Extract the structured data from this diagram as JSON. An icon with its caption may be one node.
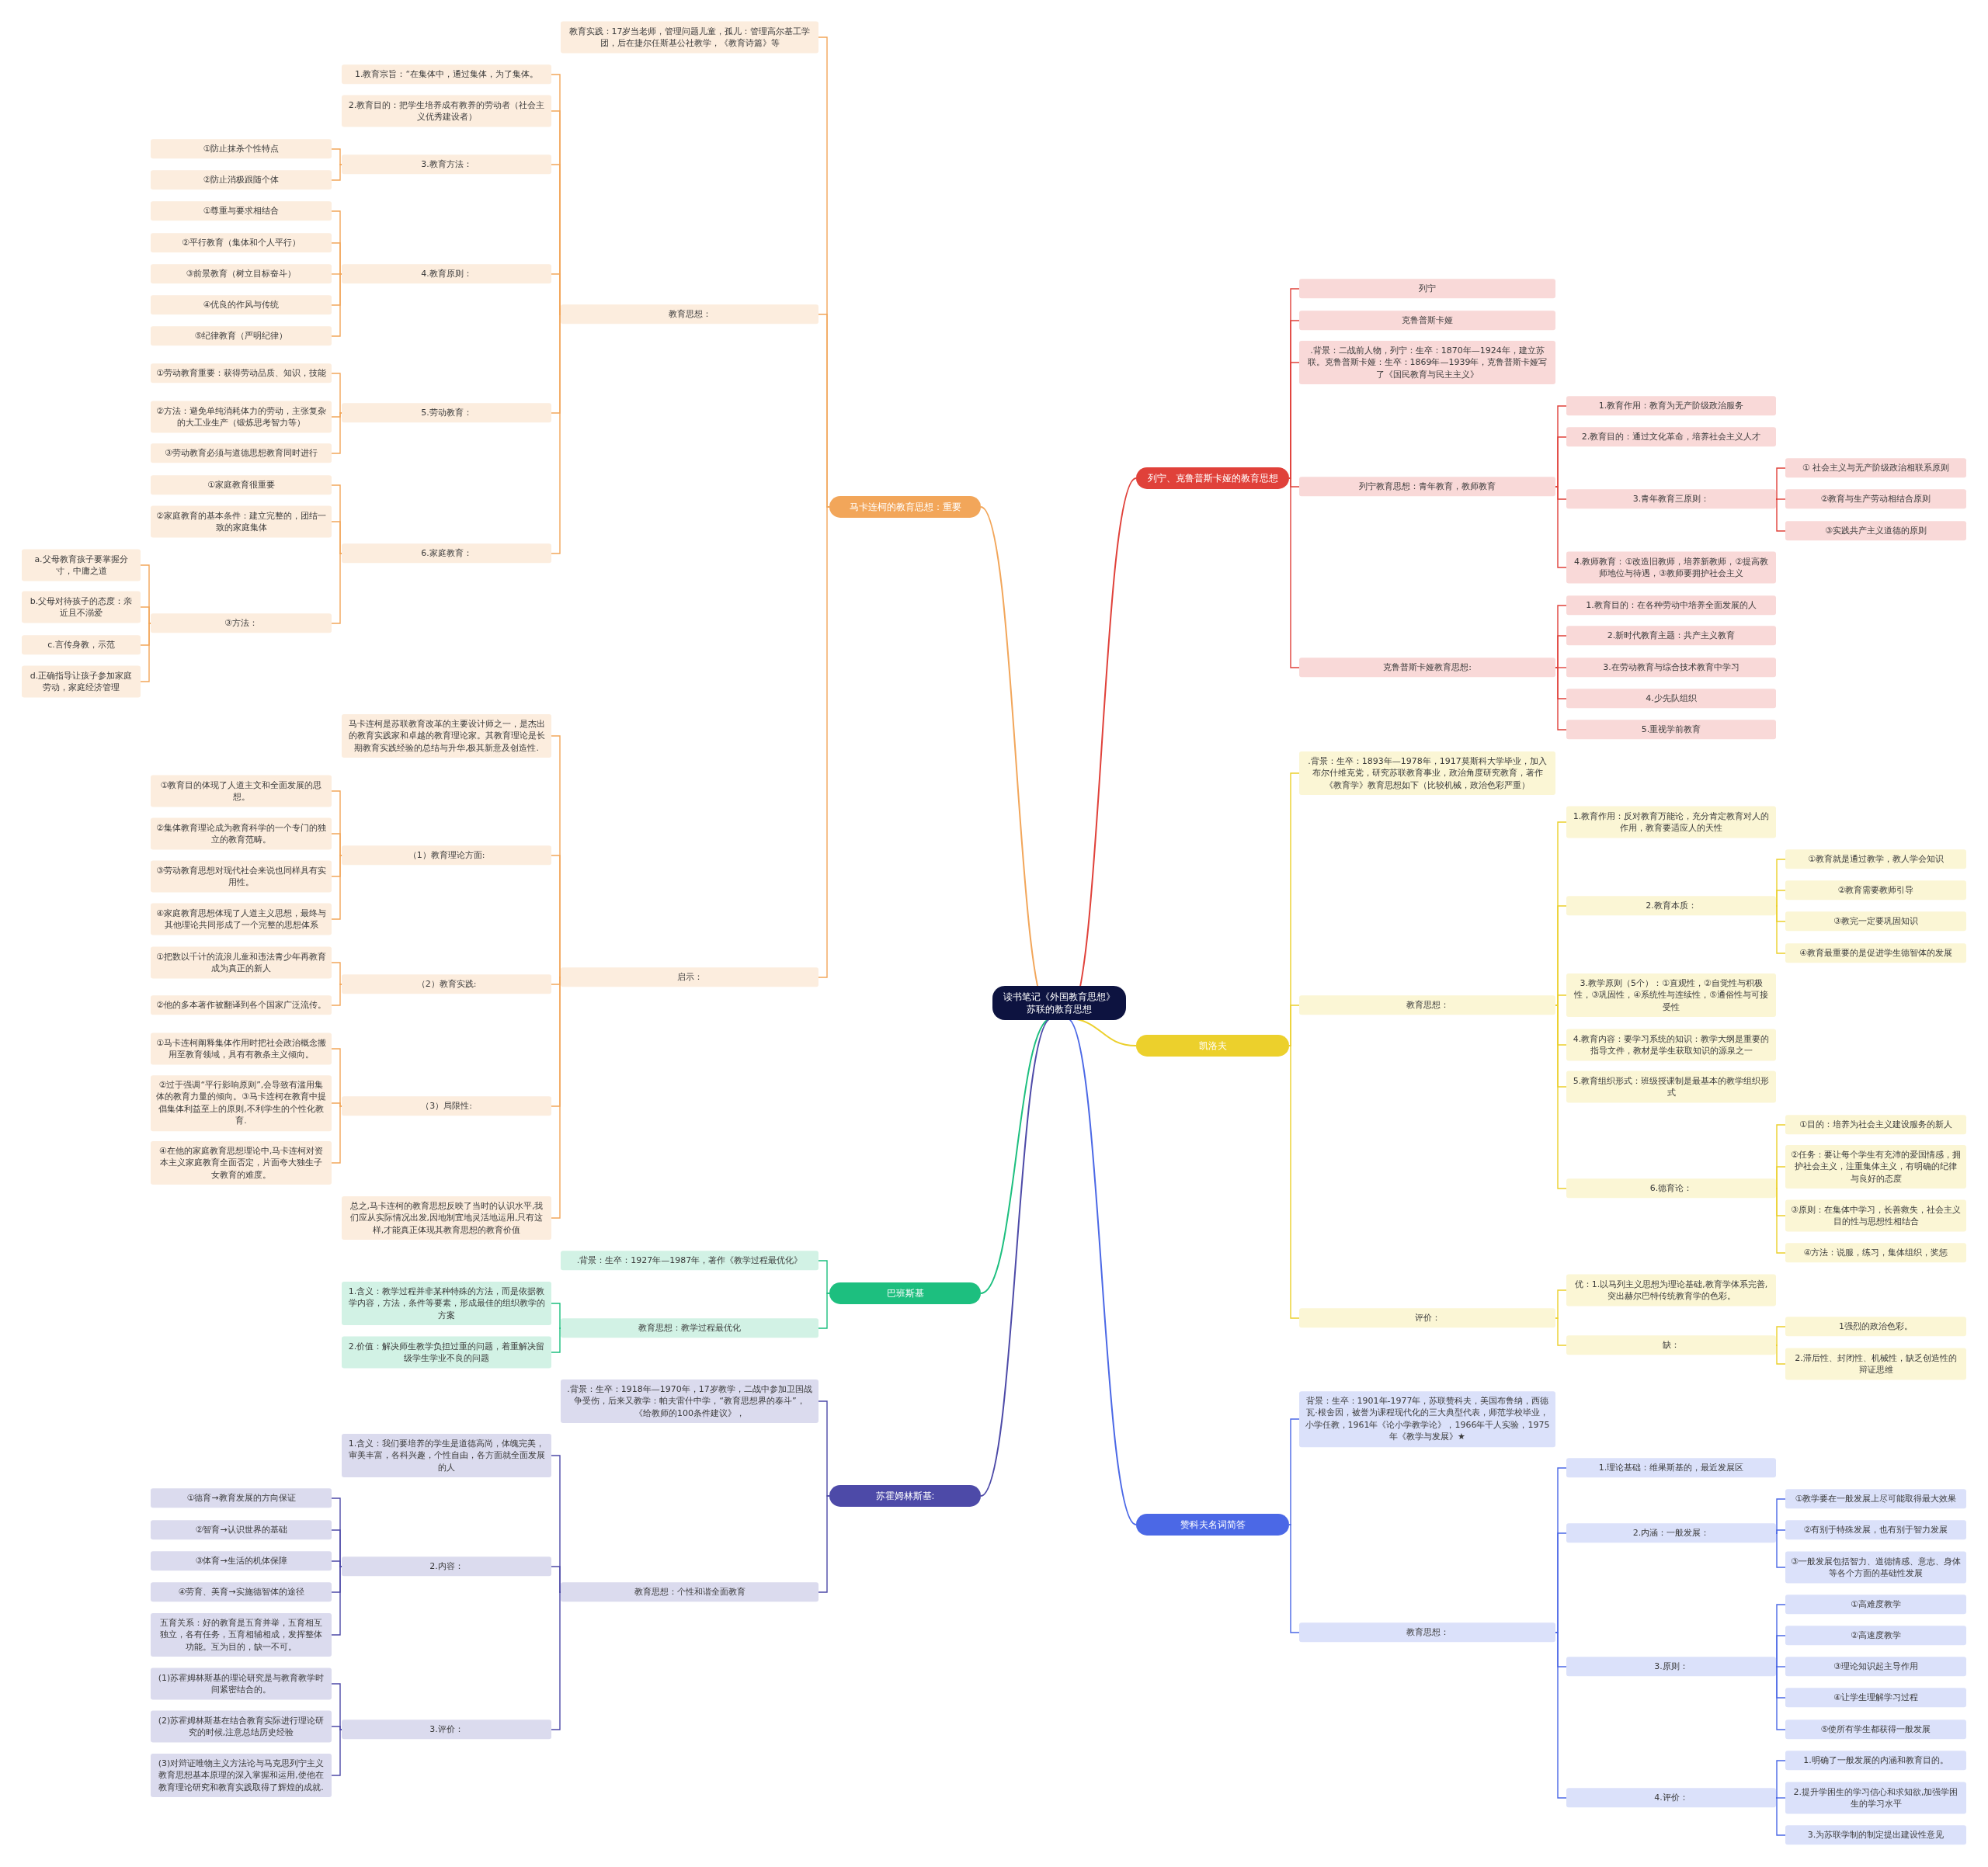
{
  "diagram": {
    "nodes": [
      {
        "text": [
          "读书笔记《外国教育思想》苏联的教育思想"
        ]
      },
      {
        "text": [
          "马卡连柯的教育思想：重要"
        ]
      },
      {
        "text": [
          "教育实践：17岁当老师，管理问题儿童，孤儿：管理高尔基工学团，后在捷尔任斯基公社教学，《教育诗篇》等"
        ]
      },
      {
        "text": [
          "教育思想："
        ]
      },
      {
        "text": [
          "1.教育宗旨：“在集体中，通过集体，为了集体。"
        ]
      },
      {
        "text": [
          "2.教育目的：把学生培养成有教养的劳动者（社会主义优秀建设者）"
        ]
      },
      {
        "text": [
          "3.教育方法："
        ]
      },
      {
        "text": [
          "①防止抹杀个性特点"
        ]
      },
      {
        "text": [
          "②防止消极跟随个体"
        ]
      },
      {
        "text": [
          "4.教育原则："
        ]
      },
      {
        "text": [
          "①尊重与要求相结合"
        ]
      },
      {
        "text": [
          "②平行教育（集体和个人平行）"
        ]
      },
      {
        "text": [
          "③前景教育（树立目标奋斗）"
        ]
      },
      {
        "text": [
          "④优良的作风与传统"
        ]
      },
      {
        "text": [
          "⑤纪律教育（严明纪律）"
        ]
      },
      {
        "text": [
          "5.劳动教育："
        ]
      },
      {
        "text": [
          "①劳动教育重要：获得劳动品质、知识，技能"
        ]
      },
      {
        "text": [
          "②方法：避免单纯消耗体力的劳动，主张复杂的大工业生产（锻炼思考智力等）"
        ]
      },
      {
        "text": [
          "③劳动教育必须与道德思想教育同时进行"
        ]
      },
      {
        "text": [
          "6.家庭教育："
        ]
      },
      {
        "text": [
          "①家庭教育很重要"
        ]
      },
      {
        "text": [
          "②家庭教育的基本条件：建立完整的，团结一致的家庭集体"
        ]
      },
      {
        "text": [
          "③方法："
        ]
      },
      {
        "text": [
          "a.父母教育孩子要掌握分寸，中庸之道"
        ]
      },
      {
        "text": [
          "b.父母对待孩子的态度：亲近且不溺爱"
        ]
      },
      {
        "text": [
          "c.言传身教，示范"
        ]
      },
      {
        "text": [
          "d.正确指导让孩子参加家庭劳动，家庭经济管理"
        ]
      },
      {
        "text": [
          "启示："
        ]
      },
      {
        "text": [
          "马卡连柯是苏联教育改革的主要设计师之一，是杰出的教育实践家和卓越的教育理论家。其教育理论是长期教育实践经验的总结与升华,极其新意及创造性."
        ]
      },
      {
        "text": [
          "（1）教育理论方面:"
        ]
      },
      {
        "text": [
          "①教育目的体现了人道主文和全面发展的思想。"
        ]
      },
      {
        "text": [
          "②集体教育理论成为教育科学的一个专门的独立的教育范畴。"
        ]
      },
      {
        "text": [
          "③劳动教育思想对现代社会来说也同样具有实用性。"
        ]
      },
      {
        "text": [
          "④家庭教育思想体现了人道主义思想，最终与其他理论共同形成了一个完整的思想体系"
        ]
      },
      {
        "text": [
          "（2）教育实践:"
        ]
      },
      {
        "text": [
          "①把数以千计的流浪儿童和违法青少年再教育成为真正的新人"
        ]
      },
      {
        "text": [
          "②他的多本著作被翻译到各个国家广泛流传。"
        ]
      },
      {
        "text": [
          "（3）局限性:"
        ]
      },
      {
        "text": [
          "①马卡连柯阐释集体作用时把社会政治概念搬用至教育领域，具有有教条主义倾向。"
        ]
      },
      {
        "text": [
          "②过于强调“平行影响原则”,会导致有滥用集体的教育力量的倾向。③马卡连柯在教育中提倡集体利益至上的原则,不利学生的个性化教育."
        ]
      },
      {
        "text": [
          "④在他的家庭教育思想理论中,马卡连柯对资本主义家庭教育全面否定，片面夸大独生子女教育的难度。"
        ]
      },
      {
        "text": [
          "总之,马卡连柯的教育思想反映了当时的认识水平,我们应从实际情况出发,因地制宜地灵活地运用,只有这样,才能真正体现其教育思想的教育价值"
        ]
      },
      {
        "text": [
          "巴班斯基"
        ]
      },
      {
        "text": [
          ".背景：生卒：1927年—1987年，著作《教学过程最优化》"
        ]
      },
      {
        "text": [
          "教育思想：教学过程最优化"
        ]
      },
      {
        "text": [
          "1.含义：教学过程并非某种特殊的方法，而是依据教学内容，方法，条件等要素，形成最佳的组织教学的方案"
        ]
      },
      {
        "text": [
          "2.价值：解决师生教学负担过重的问题，着重解决留级学生学业不良的问题"
        ]
      },
      {
        "text": [
          "苏霍姆林斯基:"
        ]
      },
      {
        "text": [
          ".背景：生卒：1918年—1970年，17岁教学，二战中参加卫国战争受伤，后来又教学：帕夫雷什中学，“教育思想界的泰斗”，《给教师的100条件建议》，"
        ]
      },
      {
        "text": [
          "教育思想：个性和谐全面教育"
        ]
      },
      {
        "text": [
          "1.含义：我们要培养的学生是道德高尚，体魄完美，审美丰富，各科兴趣，个性自由，各方面就全面发展的人"
        ]
      },
      {
        "text": [
          "2.内容："
        ]
      },
      {
        "text": [
          "①德育→教育发展的方向保证"
        ]
      },
      {
        "text": [
          "②智育→认识世界的基础"
        ]
      },
      {
        "text": [
          "③体育→生活的机体保障"
        ]
      },
      {
        "text": [
          "④劳育、美育→实施德智体的途径"
        ]
      },
      {
        "text": [
          "五育关系：好的教育是五育并举，五育相互独立，各有任务，五育相辅相成，发挥整体功能。互为目的，缺一不可。"
        ]
      },
      {
        "text": [
          "3.评价："
        ]
      },
      {
        "text": [
          "(1)苏霍姆林斯基的理论研究是与教育教学时间紧密结合的。"
        ]
      },
      {
        "text": [
          "(2)苏霍姆林斯基在结合教育实际进行理论研究的时候,注意总结历史经验"
        ]
      },
      {
        "text": [
          "(3)对辩证唯物主义方法论与马克思列宁主义教育思想基本原理的深入掌握和运用,使他在教育理论研究和教育实践取得了辉煌的成就."
        ]
      },
      {
        "text": [
          "列宁、克鲁普斯卡娅的教育思想"
        ]
      },
      {
        "text": [
          "列宁"
        ]
      },
      {
        "text": [
          "克鲁普斯卡娅"
        ]
      },
      {
        "text": [
          ".背景：二战前人物，列宁：生卒：1870年—1924年，建立苏联。克鲁普斯卡娅：生卒：1869年—1939年，克鲁普斯卡娅写了《国民教育与民主主义》"
        ]
      },
      {
        "text": [
          "列宁教育思想：青年教育，教师教育"
        ]
      },
      {
        "text": [
          "1.教育作用：教育为无产阶级政治服务"
        ]
      },
      {
        "text": [
          "2.教育目的：通过文化革命，培养社会主义人才"
        ]
      },
      {
        "text": [
          "3.青年教育三原则："
        ]
      },
      {
        "text": [
          "① 社会主义与无产阶级政治相联系原则"
        ]
      },
      {
        "text": [
          "②教育与生产劳动相结合原则"
        ]
      },
      {
        "text": [
          "③实践共产主义道德的原则"
        ]
      },
      {
        "text": [
          "4.教师教育：①改造旧教师，培养新教师，②提高教师地位与待遇，③教师要拥护社会主义"
        ]
      },
      {
        "text": [
          "克鲁普斯卡娅教育思想:"
        ]
      },
      {
        "text": [
          "1.教育目的：在各种劳动中培养全面发展的人"
        ]
      },
      {
        "text": [
          "2.新时代教育主题：共产主义教育"
        ]
      },
      {
        "text": [
          "3.在劳动教育与综合技术教育中学习"
        ]
      },
      {
        "text": [
          "4.少先队组织"
        ]
      },
      {
        "text": [
          "5.重视学前教育"
        ]
      },
      {
        "text": [
          "凯洛夫"
        ]
      },
      {
        "text": [
          ".背景：生卒：1893年—1978年，1917莫斯科大学毕业，加入布尔什维克党，研究苏联教育事业，政治角度研究教育，著作《教育学》教育思想如下（比较机械，政治色彩严重）"
        ]
      },
      {
        "text": [
          "教育思想："
        ]
      },
      {
        "text": [
          "1.教育作用：反对教育万能论，充分肯定教育对人的作用，教育要适应人的天性"
        ]
      },
      {
        "text": [
          "2.教育本质："
        ]
      },
      {
        "text": [
          "①教育就是通过教学，教人学会知识"
        ]
      },
      {
        "text": [
          "②教育需要教师引导"
        ]
      },
      {
        "text": [
          "③教完一定要巩固知识"
        ]
      },
      {
        "text": [
          "④教育最重要的是促进学生德智体的发展"
        ]
      },
      {
        "text": [
          "3.教学原则（5个）：①直观性，②自觉性与积极性，③巩固性，④系统性与连续性，⑤通俗性与可接受性"
        ]
      },
      {
        "text": [
          "4.教育内容：要学习系统的知识：教学大纲是重要的指导文件，教材是学生获取知识的源泉之一"
        ]
      },
      {
        "text": [
          "5.教育组织形式：班级授课制是最基本的教学组织形式"
        ]
      },
      {
        "text": [
          "6.德育论："
        ]
      },
      {
        "text": [
          "①目的：培养为社会主义建设服务的新人"
        ]
      },
      {
        "text": [
          "②任务：要让每个学生有充沛的爱国情感，拥护社会主义，注重集体主义，有明确的纪律与良好的态度"
        ]
      },
      {
        "text": [
          "③原则：在集体中学习，长善救失，社会主义目的性与思想性相结合"
        ]
      },
      {
        "text": [
          "④方法：说服，练习，集体组织，奖惩"
        ]
      },
      {
        "text": [
          "评价："
        ]
      },
      {
        "text": [
          "优：1.以马列主义思想为理论基础,教育学体系完善,突出赫尔巴特传统教育学的色彩。"
        ]
      },
      {
        "text": [
          "缺："
        ]
      },
      {
        "text": [
          "1强烈的政治色彩。"
        ]
      },
      {
        "text": [
          "2.滞后性、封闭性、机械性，缺乏创造性的辩证思维"
        ]
      },
      {
        "text": [
          "赞科夫名词简答"
        ]
      },
      {
        "text": [
          "背景：生卒：1901年-1977年，苏联赞科夫，美国布鲁纳，西德瓦·根舍因，被誉为课程现代化的三大典型代表，师范学校毕业，小学任教，1961年《论小学教学论》，1966年干人实验，1975年《教学与发展》★"
        ]
      },
      {
        "text": [
          "教育思想："
        ]
      },
      {
        "text": [
          "1.理论基础：维果斯基的，最近发展区"
        ]
      },
      {
        "text": [
          "2.内涵：一般发展："
        ]
      },
      {
        "text": [
          "①教学要在一般发展上尽可能取得最大效果"
        ]
      },
      {
        "text": [
          "②有别于特殊发展，也有别于智力发展"
        ]
      },
      {
        "text": [
          "③一般发展包括智力、道德情感、意志、身体等各个方面的基础性发展"
        ]
      },
      {
        "text": [
          "3.原则："
        ]
      },
      {
        "text": [
          "①高难度教学"
        ]
      },
      {
        "text": [
          "②高速度教学"
        ]
      },
      {
        "text": [
          "③理论知识起主导作用"
        ]
      },
      {
        "text": [
          "④让学生理解学习过程"
        ]
      },
      {
        "text": [
          "⑤使所有学生都获得一般发展"
        ]
      },
      {
        "text": [
          "4.评价："
        ]
      },
      {
        "text": [
          "1.明确了一般发展的内涵和教育目的。"
        ]
      },
      {
        "text": [
          "2.提升学困生的学习信心和求知欲,加强学困生的学习水平"
        ]
      },
      {
        "text": [
          "3.为苏联学制的制定提出建设性意见"
        ]
      }
    ],
    "edges": [
      {
        "from": 0,
        "to": 1,
        "arrow": "none"
      },
      {
        "from": 1,
        "to": 2,
        "arrow": "none"
      },
      {
        "from": 1,
        "to": 3,
        "arrow": "none"
      },
      {
        "from": 3,
        "to": 4,
        "arrow": "none"
      },
      {
        "from": 3,
        "to": 5,
        "arrow": "none"
      },
      {
        "from": 3,
        "to": 6,
        "arrow": "none"
      },
      {
        "from": 6,
        "to": 7,
        "arrow": "none"
      },
      {
        "from": 6,
        "to": 8,
        "arrow": "none"
      },
      {
        "from": 3,
        "to": 9,
        "arrow": "none"
      },
      {
        "from": 9,
        "to": 10,
        "arrow": "none"
      },
      {
        "from": 9,
        "to": 11,
        "arrow": "none"
      },
      {
        "from": 9,
        "to": 12,
        "arrow": "none"
      },
      {
        "from": 9,
        "to": 13,
        "arrow": "none"
      },
      {
        "from": 9,
        "to": 14,
        "arrow": "none"
      },
      {
        "from": 3,
        "to": 15,
        "arrow": "none"
      },
      {
        "from": 15,
        "to": 16,
        "arrow": "none"
      },
      {
        "from": 15,
        "to": 17,
        "arrow": "none"
      },
      {
        "from": 15,
        "to": 18,
        "arrow": "none"
      },
      {
        "from": 3,
        "to": 19,
        "arrow": "none"
      },
      {
        "from": 19,
        "to": 20,
        "arrow": "none"
      },
      {
        "from": 19,
        "to": 21,
        "arrow": "none"
      },
      {
        "from": 19,
        "to": 22,
        "arrow": "none"
      },
      {
        "from": 22,
        "to": 23,
        "arrow": "none"
      },
      {
        "from": 22,
        "to": 24,
        "arrow": "none"
      },
      {
        "from": 22,
        "to": 25,
        "arrow": "none"
      },
      {
        "from": 22,
        "to": 26,
        "arrow": "none"
      },
      {
        "from": 1,
        "to": 27,
        "arrow": "none"
      },
      {
        "from": 27,
        "to": 28,
        "arrow": "none"
      },
      {
        "from": 27,
        "to": 29,
        "arrow": "none"
      },
      {
        "from": 29,
        "to": 30,
        "arrow": "none"
      },
      {
        "from": 29,
        "to": 31,
        "arrow": "none"
      },
      {
        "from": 29,
        "to": 32,
        "arrow": "none"
      },
      {
        "from": 29,
        "to": 33,
        "arrow": "none"
      },
      {
        "from": 27,
        "to": 34,
        "arrow": "none"
      },
      {
        "from": 34,
        "to": 35,
        "arrow": "none"
      },
      {
        "from": 34,
        "to": 36,
        "arrow": "none"
      },
      {
        "from": 27,
        "to": 37,
        "arrow": "none"
      },
      {
        "from": 37,
        "to": 38,
        "arrow": "none"
      },
      {
        "from": 37,
        "to": 39,
        "arrow": "none"
      },
      {
        "from": 37,
        "to": 40,
        "arrow": "none"
      },
      {
        "from": 27,
        "to": 41,
        "arrow": "none"
      },
      {
        "from": 0,
        "to": 42,
        "arrow": "none",
        "color": "#1dbf7f"
      },
      {
        "from": 42,
        "to": 43,
        "arrow": "none",
        "color": "#1dbf7f"
      },
      {
        "from": 42,
        "to": 44,
        "arrow": "none",
        "color": "#1dbf7f"
      },
      {
        "from": 44,
        "to": 45,
        "arrow": "none",
        "color": "#1dbf7f"
      },
      {
        "from": 44,
        "to": 46,
        "arrow": "none",
        "color": "#1dbf7f"
      },
      {
        "from": 0,
        "to": 47,
        "arrow": "none",
        "color": "#4d4aa8"
      },
      {
        "from": 47,
        "to": 48,
        "arrow": "none",
        "color": "#4d4aa8"
      },
      {
        "from": 47,
        "to": 49,
        "arrow": "none",
        "color": "#4d4aa8"
      },
      {
        "from": 49,
        "to": 50,
        "arrow": "none",
        "color": "#4d4aa8"
      },
      {
        "from": 49,
        "to": 51,
        "arrow": "none",
        "color": "#4d4aa8"
      },
      {
        "from": 51,
        "to": 52,
        "arrow": "none",
        "color": "#4d4aa8"
      },
      {
        "from": 51,
        "to": 53,
        "arrow": "none",
        "color": "#4d4aa8"
      },
      {
        "from": 51,
        "to": 54,
        "arrow": "none",
        "color": "#4d4aa8"
      },
      {
        "from": 51,
        "to": 55,
        "arrow": "none",
        "color": "#4d4aa8"
      },
      {
        "from": 51,
        "to": 56,
        "arrow": "none",
        "color": "#4d4aa8"
      },
      {
        "from": 49,
        "to": 57,
        "arrow": "none",
        "color": "#4d4aa8"
      },
      {
        "from": 57,
        "to": 58,
        "arrow": "none",
        "color": "#4d4aa8"
      },
      {
        "from": 57,
        "to": 59,
        "arrow": "none",
        "color": "#4d4aa8"
      },
      {
        "from": 57,
        "to": 60,
        "arrow": "none",
        "color": "#4d4aa8"
      },
      {
        "from": 0,
        "to": 61,
        "arrow": "none",
        "color": "#e0413a"
      },
      {
        "from": 61,
        "to": 62,
        "arrow": "none",
        "color": "#e0413a"
      },
      {
        "from": 61,
        "to": 63,
        "arrow": "none",
        "color": "#e0413a"
      },
      {
        "from": 61,
        "to": 64,
        "arrow": "none",
        "color": "#e0413a"
      },
      {
        "from": 61,
        "to": 65,
        "arrow": "none",
        "color": "#e0413a"
      },
      {
        "from": 65,
        "to": 66,
        "arrow": "none",
        "color": "#e0413a"
      },
      {
        "from": 65,
        "to": 67,
        "arrow": "none",
        "color": "#e0413a"
      },
      {
        "from": 65,
        "to": 68,
        "arrow": "none",
        "color": "#e0413a"
      },
      {
        "from": 68,
        "to": 69,
        "arrow": "none",
        "color": "#e0413a"
      },
      {
        "from": 68,
        "to": 70,
        "arrow": "none",
        "color": "#e0413a"
      },
      {
        "from": 68,
        "to": 71,
        "arrow": "none",
        "color": "#e0413a"
      },
      {
        "from": 65,
        "to": 72,
        "arrow": "none",
        "color": "#e0413a"
      },
      {
        "from": 61,
        "to": 73,
        "arrow": "none",
        "color": "#e0413a"
      },
      {
        "from": 73,
        "to": 74,
        "arrow": "none",
        "color": "#e0413a"
      },
      {
        "from": 73,
        "to": 75,
        "arrow": "none",
        "color": "#e0413a"
      },
      {
        "from": 73,
        "to": 76,
        "arrow": "none",
        "color": "#e0413a"
      },
      {
        "from": 73,
        "to": 77,
        "arrow": "none",
        "color": "#e0413a"
      },
      {
        "from": 73,
        "to": 78,
        "arrow": "none",
        "color": "#e0413a"
      },
      {
        "from": 0,
        "to": 79,
        "arrow": "none",
        "color": "#ecd02c"
      },
      {
        "from": 79,
        "to": 80,
        "arrow": "none",
        "color": "#ecd02c"
      },
      {
        "from": 79,
        "to": 81,
        "arrow": "none",
        "color": "#ecd02c"
      },
      {
        "from": 81,
        "to": 82,
        "arrow": "none",
        "color": "#ecd02c"
      },
      {
        "from": 81,
        "to": 83,
        "arrow": "none",
        "color": "#ecd02c"
      },
      {
        "from": 83,
        "to": 84,
        "arrow": "none",
        "color": "#ecd02c"
      },
      {
        "from": 83,
        "to": 85,
        "arrow": "none",
        "color": "#ecd02c"
      },
      {
        "from": 83,
        "to": 86,
        "arrow": "none",
        "color": "#ecd02c"
      },
      {
        "from": 83,
        "to": 87,
        "arrow": "none",
        "color": "#ecd02c"
      },
      {
        "from": 81,
        "to": 88,
        "arrow": "none",
        "color": "#ecd02c"
      },
      {
        "from": 81,
        "to": 89,
        "arrow": "none",
        "color": "#ecd02c"
      },
      {
        "from": 81,
        "to": 90,
        "arrow": "none",
        "color": "#ecd02c"
      },
      {
        "from": 81,
        "to": 91,
        "arrow": "none",
        "color": "#ecd02c"
      },
      {
        "from": 91,
        "to": 92,
        "arrow": "none",
        "color": "#ecd02c"
      },
      {
        "from": 91,
        "to": 93,
        "arrow": "none",
        "color": "#ecd02c"
      },
      {
        "from": 91,
        "to": 94,
        "arrow": "none",
        "color": "#ecd02c"
      },
      {
        "from": 91,
        "to": 95,
        "arrow": "none",
        "color": "#ecd02c"
      },
      {
        "from": 79,
        "to": 96,
        "arrow": "none",
        "color": "#ecd02c"
      },
      {
        "from": 96,
        "to": 97,
        "arrow": "none",
        "color": "#ecd02c"
      },
      {
        "from": 96,
        "to": 98,
        "arrow": "none",
        "color": "#ecd02c"
      },
      {
        "from": 98,
        "to": 99,
        "arrow": "none",
        "color": "#ecd02c"
      },
      {
        "from": 98,
        "to": 100,
        "arrow": "none",
        "color": "#ecd02c"
      },
      {
        "from": 0,
        "to": 101,
        "arrow": "none",
        "color": "#4b68e6"
      },
      {
        "from": 101,
        "to": 102,
        "arrow": "none",
        "color": "#4b68e6"
      },
      {
        "from": 101,
        "to": 103,
        "arrow": "none",
        "color": "#4b68e6"
      },
      {
        "from": 103,
        "to": 104,
        "arrow": "none",
        "color": "#4b68e6"
      },
      {
        "from": 103,
        "to": 105,
        "arrow": "none",
        "color": "#4b68e6"
      },
      {
        "from": 105,
        "to": 106,
        "arrow": "none",
        "color": "#4b68e6"
      },
      {
        "from": 105,
        "to": 107,
        "arrow": "none",
        "color": "#4b68e6"
      },
      {
        "from": 105,
        "to": 108,
        "arrow": "none",
        "color": "#4b68e6"
      },
      {
        "from": 103,
        "to": 109,
        "arrow": "none",
        "color": "#4b68e6"
      },
      {
        "from": 109,
        "to": 110,
        "arrow": "none",
        "color": "#4b68e6"
      },
      {
        "from": 109,
        "to": 111,
        "arrow": "none",
        "color": "#4b68e6"
      },
      {
        "from": 109,
        "to": 112,
        "arrow": "none",
        "color": "#4b68e6"
      },
      {
        "from": 109,
        "to": 113,
        "arrow": "none",
        "color": "#4b68e6"
      },
      {
        "from": 109,
        "to": 114,
        "arrow": "none",
        "color": "#4b68e6"
      },
      {
        "from": 103,
        "to": 115,
        "arrow": "none",
        "color": "#4b68e6"
      },
      {
        "from": 115,
        "to": 116,
        "arrow": "none",
        "color": "#4b68e6"
      },
      {
        "from": 115,
        "to": 117,
        "arrow": "none",
        "color": "#4b68e6"
      },
      {
        "from": 115,
        "to": 118,
        "arrow": "none",
        "color": "#4b68e6"
      }
    ]
  }
}
